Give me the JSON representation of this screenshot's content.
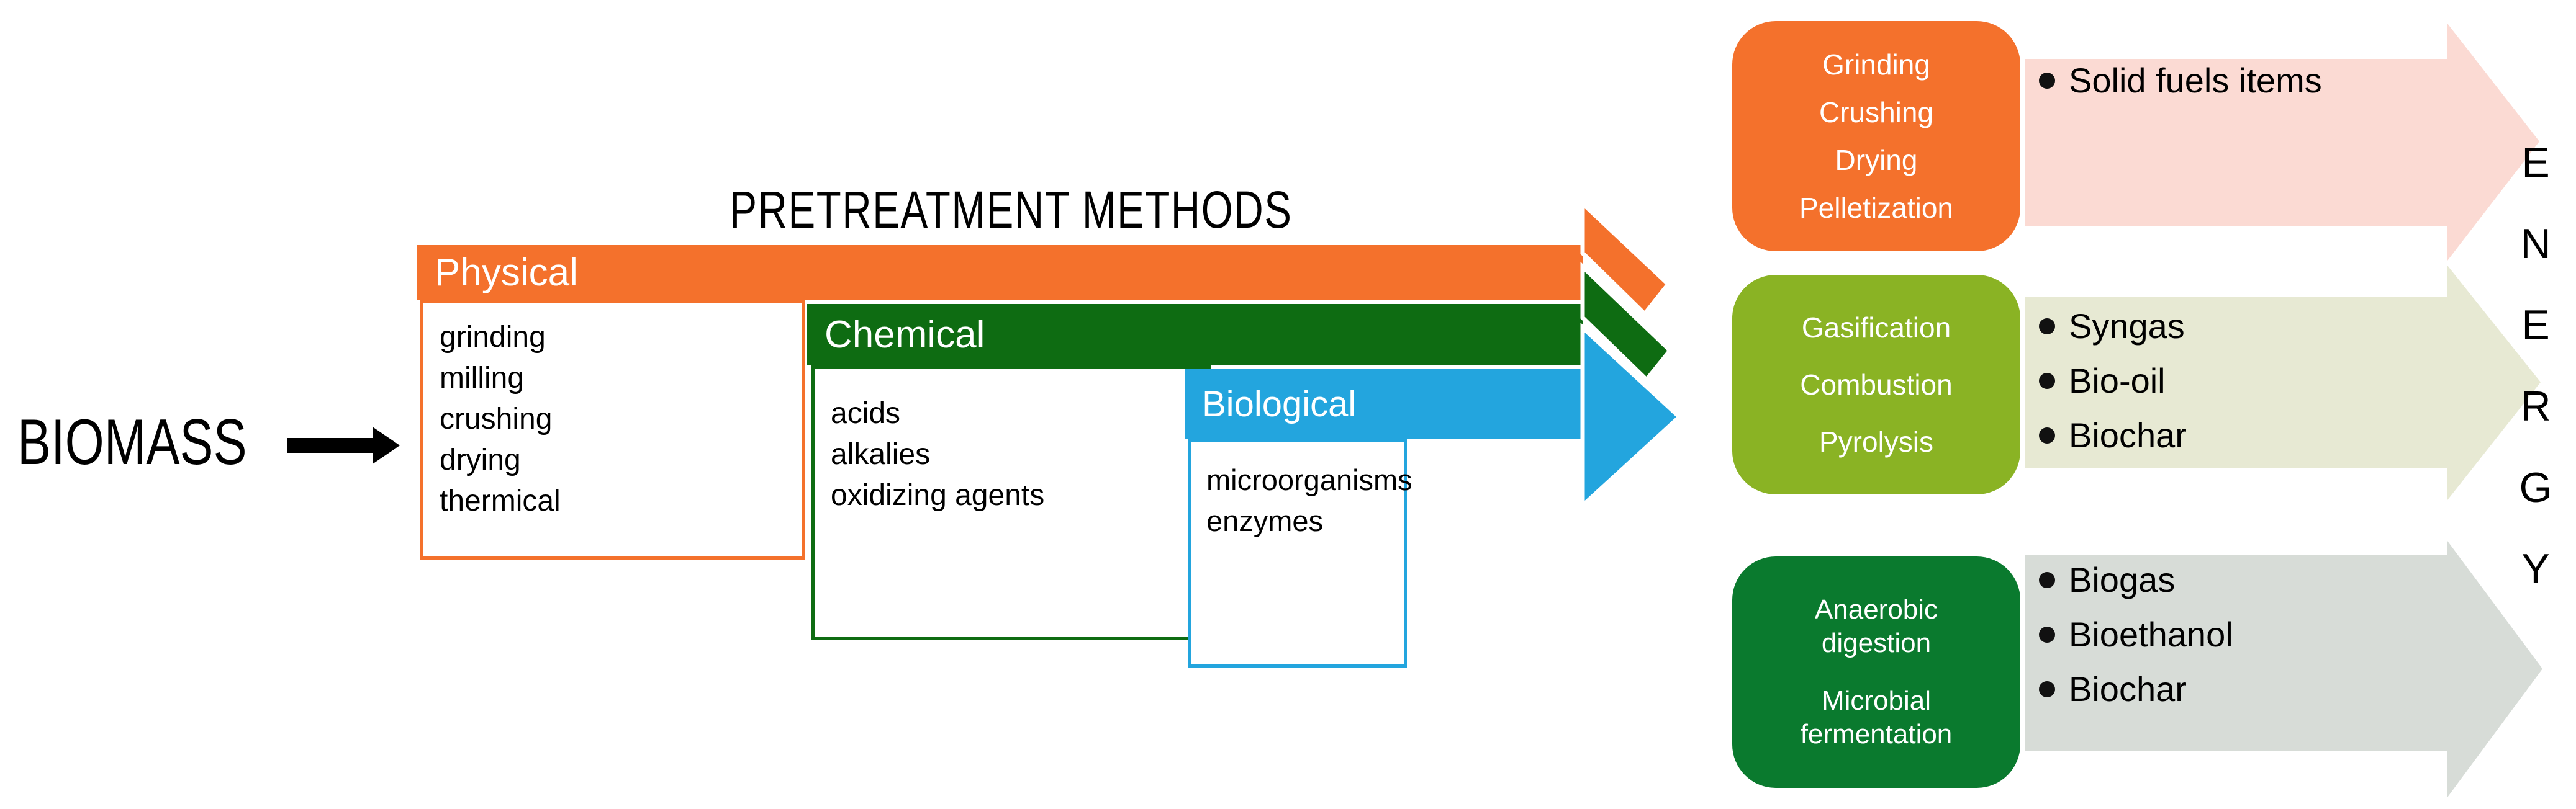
{
  "colors": {
    "orange": "#F4712C",
    "dark_green": "#0E6C12",
    "bottle_green": "#0A7A2E",
    "blue": "#23A5DE",
    "yellow_green": "#8AB324",
    "pink_arrow": "#FBDAD3",
    "olive_arrow": "#E7E9D3",
    "gray_arrow": "#D7DCD7",
    "black": "#000000",
    "white": "#FFFFFF"
  },
  "source": {
    "label": "BIOMASS"
  },
  "title": "PRETREATMENT METHODS",
  "pretreatment": {
    "groups": [
      {
        "label": "Physical",
        "items": [
          "grinding",
          "milling",
          "crushing",
          "drying",
          "thermical"
        ]
      },
      {
        "label": "Chemical",
        "items": [
          "acids",
          "alkalies",
          "oxidizing agents"
        ]
      },
      {
        "label": "Biological",
        "items": [
          "microorganisms",
          "enzymes"
        ]
      }
    ]
  },
  "conversion": {
    "rows": [
      {
        "processes": [
          "Grinding",
          "Crushing",
          "Drying",
          "Pelletization"
        ],
        "outputs": [
          "Solid fuels items"
        ]
      },
      {
        "processes": [
          "Gasification",
          "Combustion",
          "Pyrolysis"
        ],
        "outputs": [
          "Syngas",
          "Bio-oil",
          "Biochar"
        ]
      },
      {
        "processes": [
          "Anaerobic digestion",
          "Microbial fermentation"
        ],
        "outputs": [
          "Biogas",
          "Bioethanol",
          "Biochar"
        ]
      }
    ]
  },
  "energy": {
    "word": "ENERGY",
    "letters": [
      "E",
      "N",
      "E",
      "R",
      "G",
      "Y"
    ]
  }
}
